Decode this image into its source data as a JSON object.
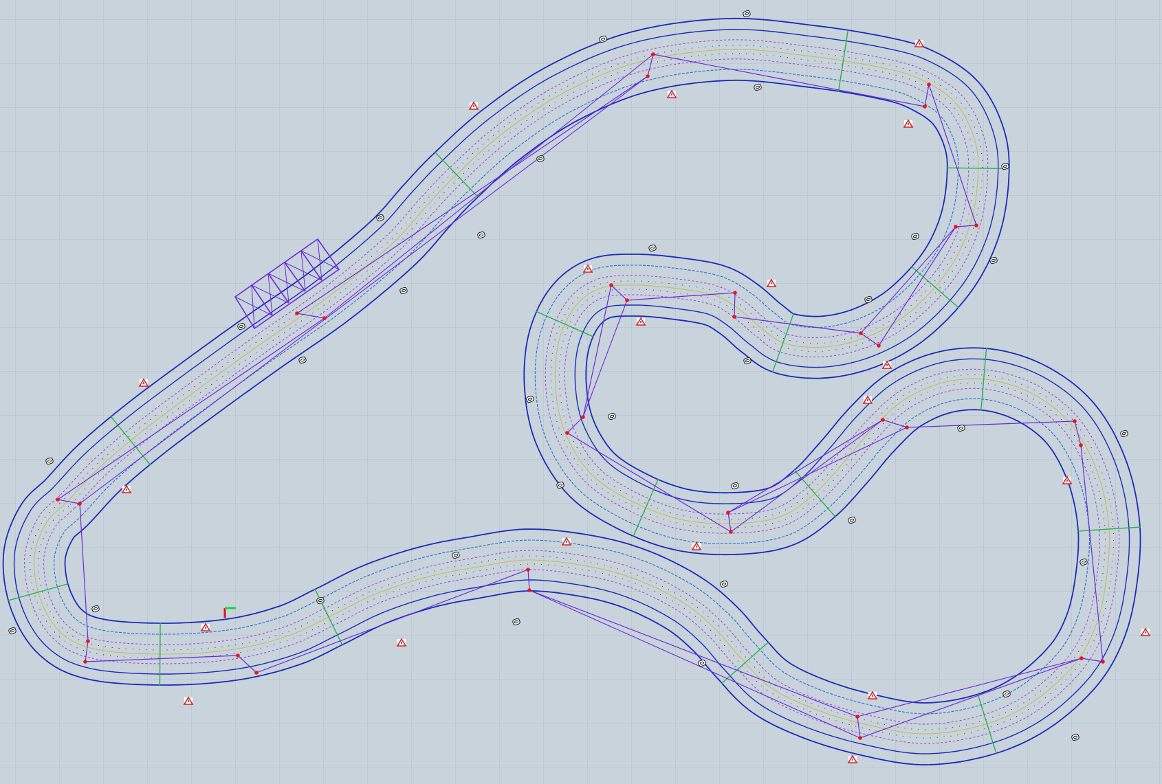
{
  "canvas": {
    "background": "#c8d3dc",
    "grid_color": "#b3bfca"
  },
  "colors": {
    "track_edge": "#1a2bb8",
    "lane_blue": "#1e6fd0",
    "lane_purple": "#9b3ad0",
    "center_line": "#c8b85a",
    "control_polygon": "#6a2ad8",
    "node": "#e8141e",
    "sector_line": "#27b04a",
    "hazard": "#d42020",
    "axis_x": "#e0141e",
    "axis_y": "#18d43c"
  },
  "widgets": {
    "node_label_icon": "track-node-label",
    "hazard_icon": "warning-triangle",
    "axis_icon": "origin-axis-gizmo",
    "structure_icon": "pit-building"
  }
}
